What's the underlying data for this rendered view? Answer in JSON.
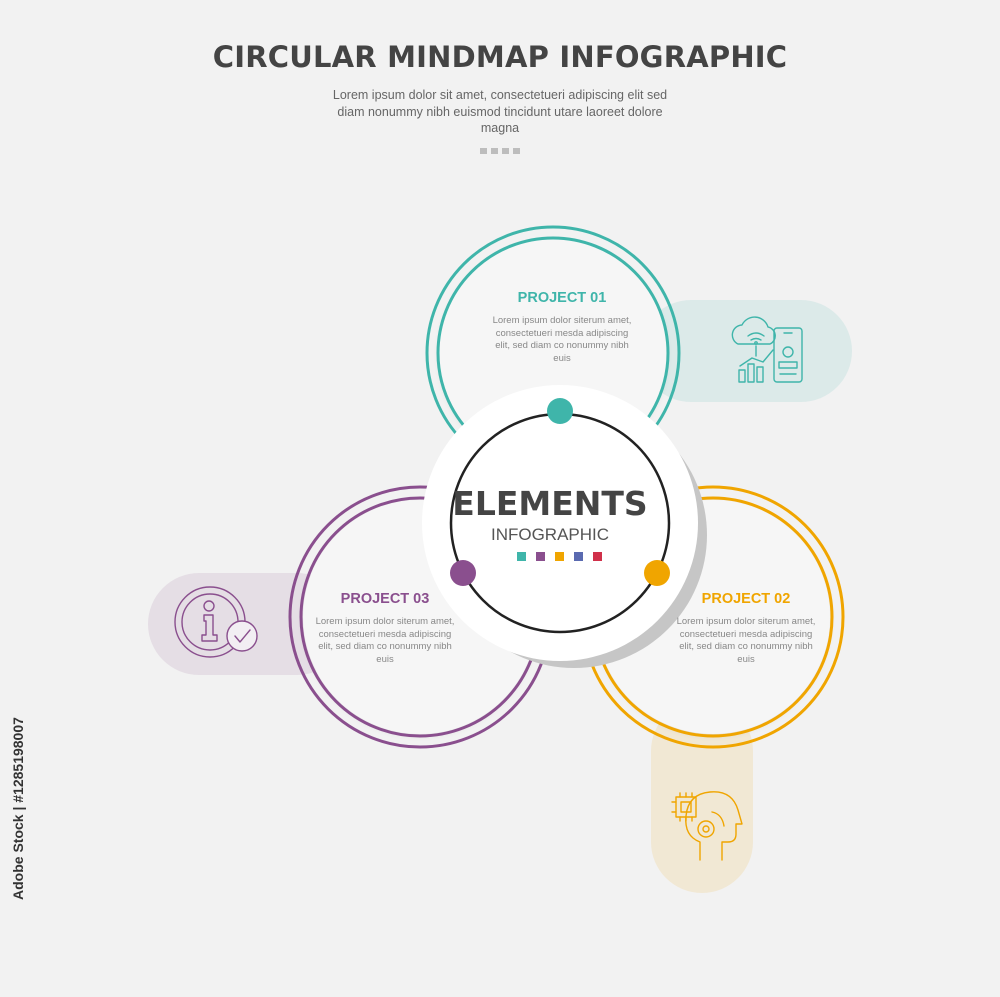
{
  "header": {
    "title": "CIRCULAR MINDMAP INFOGRAPHIC",
    "subtitle": "Lorem ipsum dolor sit amet, consectetueri adipiscing elit sed diam nonummy nibh euismod tincidunt utare laoreet dolore magna"
  },
  "center": {
    "title": "ELEMENTS",
    "subtitle": "INFOGRAPHIC",
    "square_colors": [
      "#3fb5aa",
      "#8a4f8e",
      "#f0a500",
      "#5a6ab0",
      "#d0304a"
    ]
  },
  "projects": [
    {
      "id": "project-01",
      "title": "PROJECT 01",
      "desc": "Lorem ipsum dolor siterum amet, consectetueri mesda adipiscing elit, sed diam co nonummy nibh euis",
      "color": "#3fb5aa",
      "icon": "cloud-analytics-phone-icon"
    },
    {
      "id": "project-02",
      "title": "PROJECT 02",
      "desc": "Lorem ipsum dolor siterum amet, consectetueri mesda adipiscing elit, sed diam co nonummy nibh euis",
      "color": "#f0a500",
      "icon": "ai-head-chip-icon"
    },
    {
      "id": "project-03",
      "title": "PROJECT 03",
      "desc": "Lorem ipsum dolor siterum amet, consectetueri mesda adipiscing elit, sed diam co nonummy nibh euis",
      "color": "#8a4f8e",
      "icon": "info-check-icon"
    }
  ],
  "watermark": {
    "side_text": "Adobe Stock | #1285198007"
  }
}
